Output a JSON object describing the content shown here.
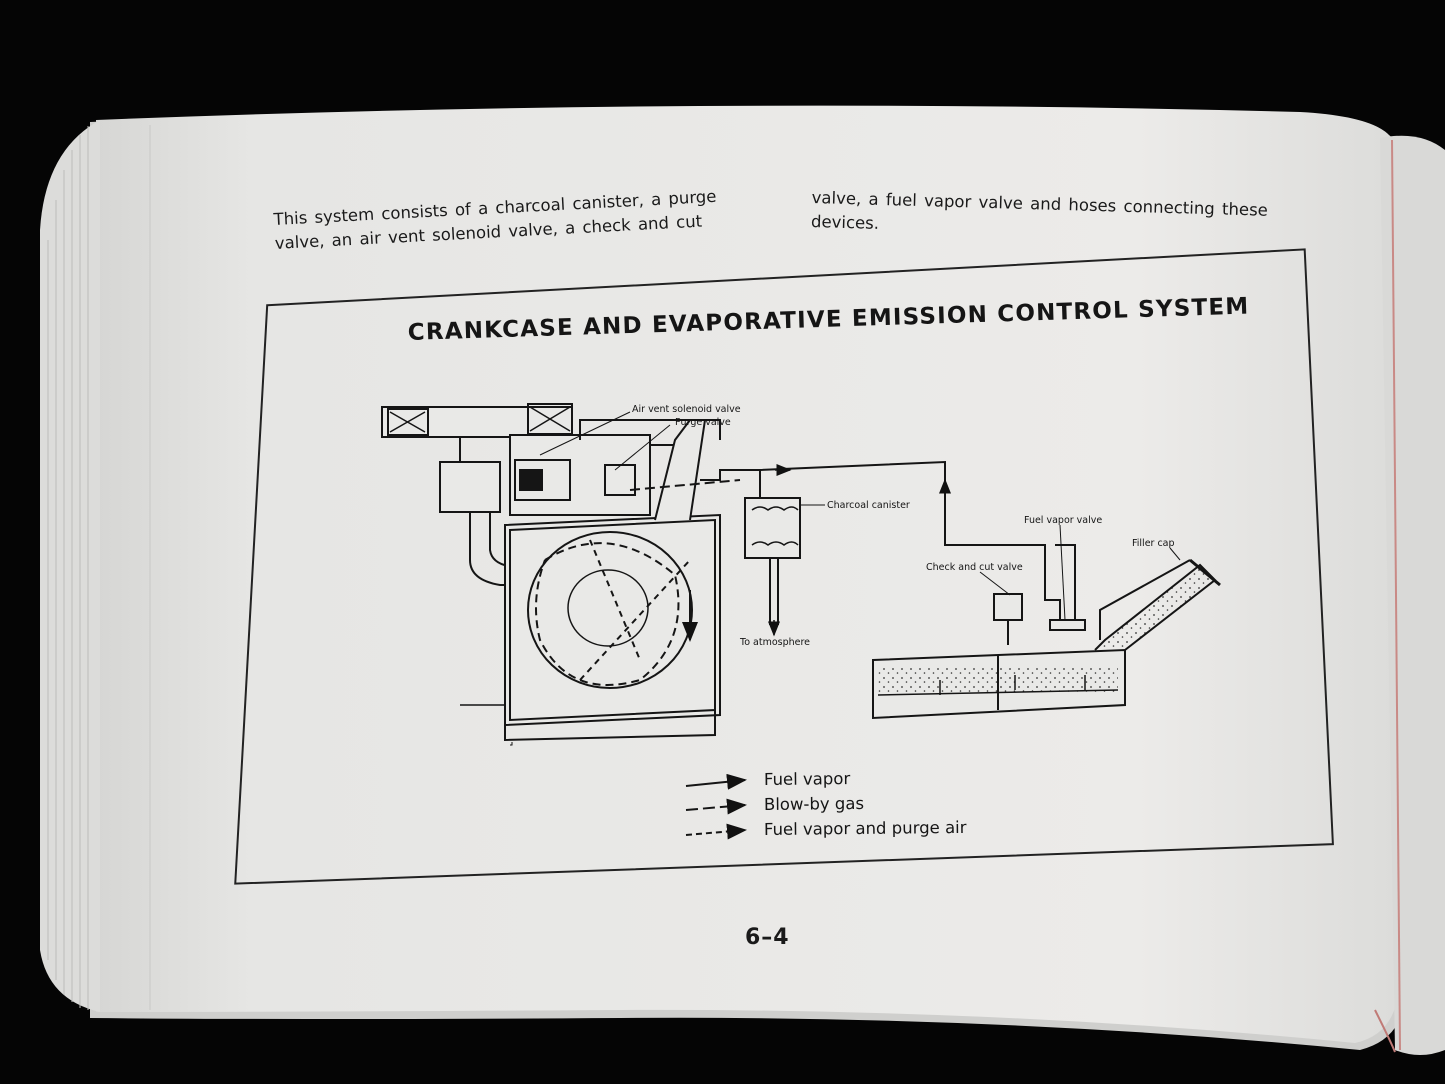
{
  "intro": {
    "left_lines": [
      "This system consists of a charcoal canister, a purge",
      "valve, an air vent solenoid valve, a check and cut"
    ],
    "right_lines": [
      "valve, a fuel vapor valve and hoses connecting these",
      "devices."
    ]
  },
  "figure": {
    "title": "CRANKCASE AND EVAPORATIVE EMISSION CONTROL SYSTEM",
    "labels": {
      "air_vent_solenoid_valve": "Air vent solenoid valve",
      "purge_valve": "Purge valve",
      "charcoal_canister": "Charcoal canister",
      "to_atmosphere": "To atmosphere",
      "fuel_vapor_valve": "Fuel vapor valve",
      "filler_cap": "Filler cap",
      "check_and_cut_valve": "Check and cut valve"
    },
    "legend": [
      {
        "label": "Fuel vapor",
        "line": "solid"
      },
      {
        "label": "Blow-by gas",
        "line": "long-dash"
      },
      {
        "label": "Fuel vapor and purge air",
        "line": "short-dash"
      }
    ]
  },
  "page_number": "6–4",
  "colors": {
    "background": "#050505",
    "paper": "#e9e9e7",
    "ink": "#1a1a1a"
  }
}
